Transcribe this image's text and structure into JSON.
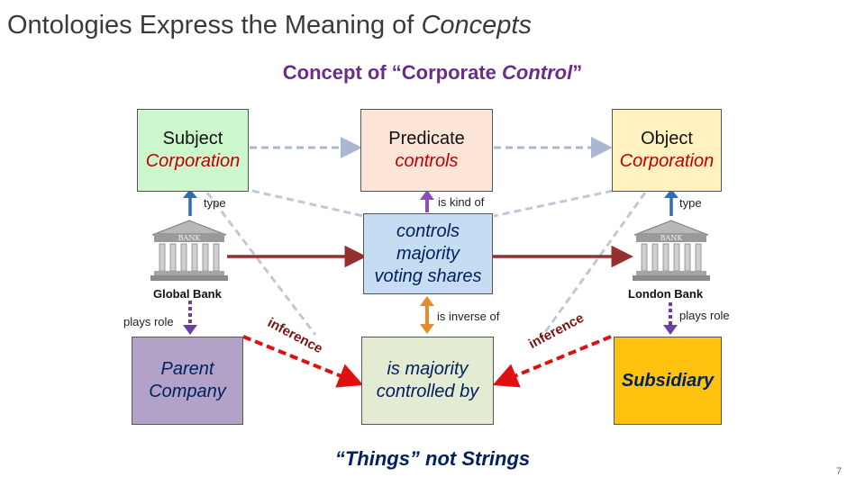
{
  "title": {
    "text": "Ontologies Express the Meaning of ",
    "italic": "Concepts"
  },
  "subtitle": {
    "text": "Concept of “Corporate ",
    "italic": "Control",
    "end": "”"
  },
  "boxes": {
    "subject": {
      "line1": "Subject",
      "line2": "Corporation"
    },
    "predicate": {
      "line1": "Predicate",
      "line2": "controls"
    },
    "object": {
      "line1": "Object",
      "line2": "Corporation"
    },
    "middle": {
      "line1": "controls",
      "line2": "majority",
      "line3": "voting shares"
    },
    "parent": {
      "line1": "Parent",
      "line2": "Company"
    },
    "majority": {
      "line1": "is majority",
      "line2": "controlled by"
    },
    "subsidiary": {
      "line1": "Subsidiary"
    }
  },
  "labels": {
    "type_left": "type",
    "type_right": "type",
    "is_kind_of": "is kind of",
    "is_inverse_of": "is inverse of",
    "plays_role_left": "plays role",
    "plays_role_right": "plays role",
    "global_bank": "Global Bank",
    "london_bank": "London Bank",
    "inference_left": "inference",
    "inference_right": "inference",
    "bank_sign": "BANK"
  },
  "tagline": "“Things” not Strings",
  "page_number": "7"
}
